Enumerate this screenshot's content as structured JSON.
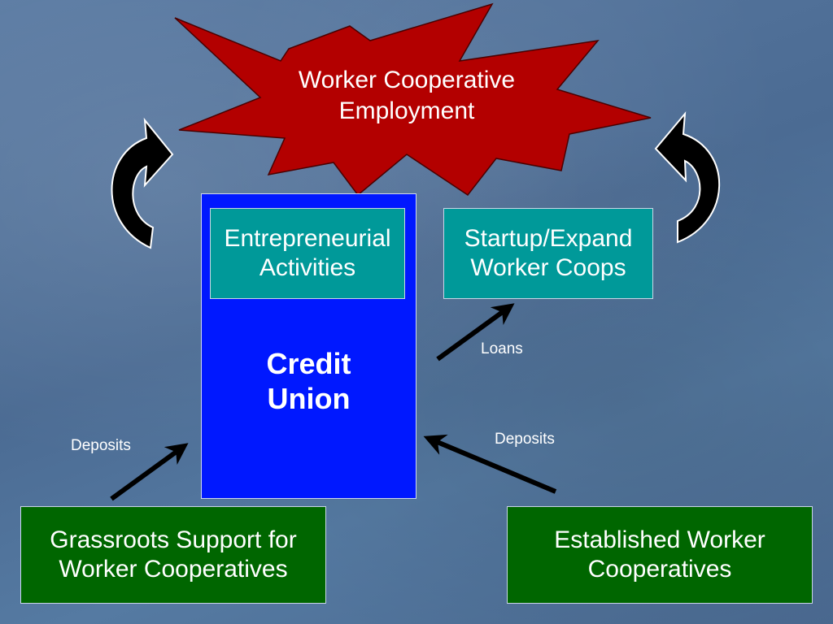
{
  "colors": {
    "star_fill": "#b30000",
    "credit_union_fill": "#0018ff",
    "teal_fill": "#009999",
    "green_fill": "#006600",
    "arrow_color": "#000000"
  },
  "top_goal": "Worker Cooperative\nEmployment",
  "credit_union": {
    "label": "Credit\nUnion",
    "inner_box": "Entrepreneurial\nActivities"
  },
  "startup_box": "Startup/Expand\nWorker Coops",
  "grassroots_box": "Grassroots Support for\nWorker Cooperatives",
  "established_box": "Established Worker\nCooperatives",
  "flow_labels": {
    "loans": "Loans",
    "deposits_left": "Deposits",
    "deposits_right": "Deposits"
  },
  "icons": {
    "left_cycle": "curved-arrow-up-right-icon",
    "right_cycle": "curved-arrow-up-left-icon"
  }
}
